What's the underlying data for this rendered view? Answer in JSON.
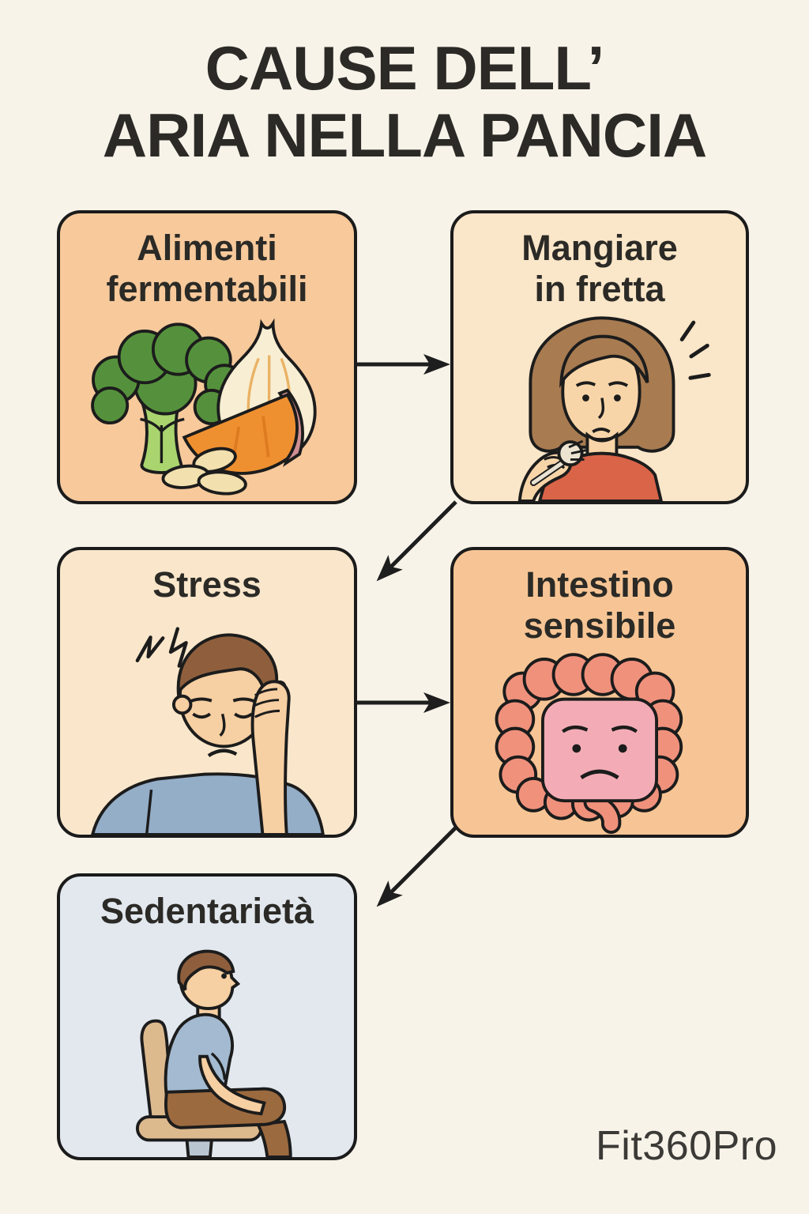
{
  "title": {
    "line1": "CAUSE DELL’",
    "line2": "ARIA NELLA PANCIA"
  },
  "brand": {
    "text": "Fit360Pro",
    "color": "#3b3a36"
  },
  "palette": {
    "page_background": "#f8f3e9",
    "card_border": "#1b1b1b",
    "arrow": "#1e1e1e",
    "title_text": "#2b2a26",
    "label_text": "#2b2a26",
    "broccoli_green": "#55913c",
    "broccoli_stem": "#a9d46e",
    "onion_cream": "#f8eed3",
    "onion_wedge_orange": "#ef9030",
    "onion_cut_pink": "#cf8f92",
    "beans_beige": "#f2e0ae",
    "skin": "#f8d5a8",
    "woman_hair_brown": "#a87b51",
    "woman_shirt_red": "#d96448",
    "man_hair_brown": "#8f5f3d",
    "stress_shirt_blue": "#94aec8",
    "intestine_coral": "#f0917c",
    "intestine_pink": "#f3acb6",
    "chair_tan": "#ddb98e",
    "chair_post_gray": "#b9c6d2",
    "pants_brown": "#9c6a3f",
    "sitting_shirt_blue": "#a3bad0"
  },
  "boxes": [
    {
      "id": "alimenti-fermentabili",
      "label_lines": [
        "Alimenti",
        "fermentabili"
      ],
      "bg": "#f7c99b",
      "icon": "broccoli-onion-beans"
    },
    {
      "id": "mangiare-in-fretta",
      "label_lines": [
        "Mangiare",
        "in fretta"
      ],
      "bg": "#fae6c8",
      "icon": "woman-eating-with-fork"
    },
    {
      "id": "stress",
      "label_lines": [
        "Stress"
      ],
      "bg": "#fae7cb",
      "icon": "stressed-man-hand-on-forehead"
    },
    {
      "id": "intestino-sensibile",
      "label_lines": [
        "Intestino",
        "sensibile"
      ],
      "bg": "#f7c595",
      "icon": "sad-intestine"
    },
    {
      "id": "sedentarieta",
      "label_lines": [
        "Sedentarietà"
      ],
      "bg": "#e2e8ee",
      "icon": "man-sitting-on-chair"
    }
  ],
  "arrows": [
    {
      "from": "alimenti-fermentabili",
      "to": "mangiare-in-fretta",
      "direction": "right"
    },
    {
      "from": "mangiare-in-fretta",
      "to": "stress",
      "direction": "down-left"
    },
    {
      "from": "stress",
      "to": "intestino-sensibile",
      "direction": "right"
    },
    {
      "from": "intestino-sensibile",
      "to": "sedentarieta",
      "direction": "down-left"
    }
  ]
}
